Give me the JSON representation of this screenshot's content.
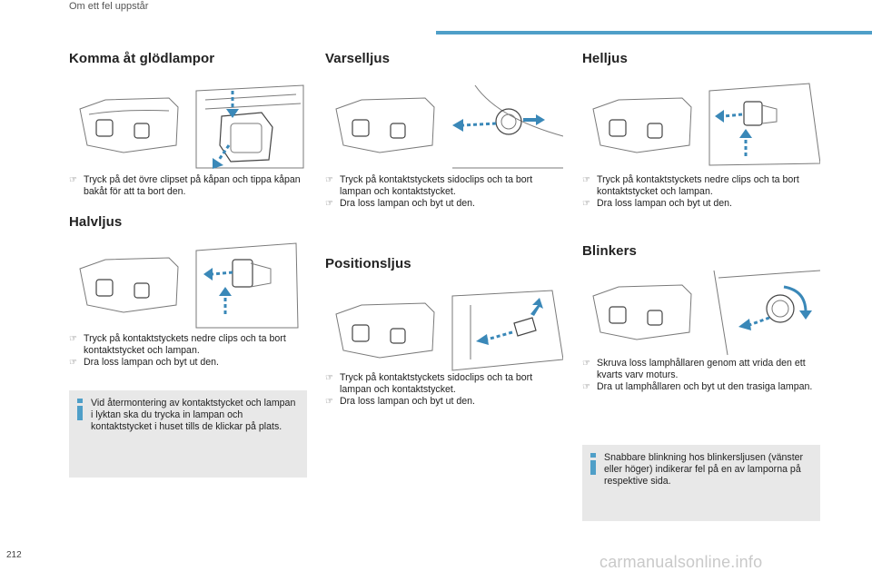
{
  "header": {
    "title": "Om ett fel uppstår",
    "accent_color": "#4f9fc8"
  },
  "page_number": "212",
  "watermark": "carmanualsonline.info",
  "sections": {
    "komma": {
      "title": "Komma åt glödlampor",
      "steps": [
        "Tryck på det övre clipset på kåpan och tippa kåpan bakåt för att ta bort den."
      ]
    },
    "halvljus": {
      "title": "Halvljus",
      "steps": [
        "Tryck på kontaktstyckets nedre clips och ta bort kontaktstycket och lampan.",
        "Dra loss lampan och byt ut den."
      ],
      "note": "Vid återmontering av kontaktstycket och lampan i lyktan ska du trycka in lampan och kontaktstycket i huset tills de klickar på plats."
    },
    "varselljus": {
      "title": "Varselljus",
      "steps": [
        "Tryck på kontaktstyckets sidoclips och ta bort lampan och kontaktstycket.",
        "Dra loss lampan och byt ut den."
      ]
    },
    "positionsljus": {
      "title": "Positionsljus",
      "steps": [
        "Tryck på kontaktstyckets sidoclips och ta bort lampan och kontaktstycket.",
        "Dra loss lampan och byt ut den."
      ]
    },
    "helljus": {
      "title": "Helljus",
      "steps": [
        "Tryck på kontaktstyckets nedre clips och ta bort kontaktstycket och lampan.",
        "Dra loss lampan och byt ut den."
      ]
    },
    "blinkers": {
      "title": "Blinkers",
      "steps": [
        "Skruva loss lamphållaren genom att vrida den ett kvarts varv moturs.",
        "Dra ut lamphållaren och byt ut den trasiga lampan."
      ],
      "note": "Snabbare blinkning hos blinkersljusen (vänster eller höger) indikerar fel på en av lamporna på respektive sida."
    }
  },
  "icons": {
    "bullet": "pointing-hand-icon",
    "info": "info-icon",
    "arrow_color": "#3a88b8"
  }
}
